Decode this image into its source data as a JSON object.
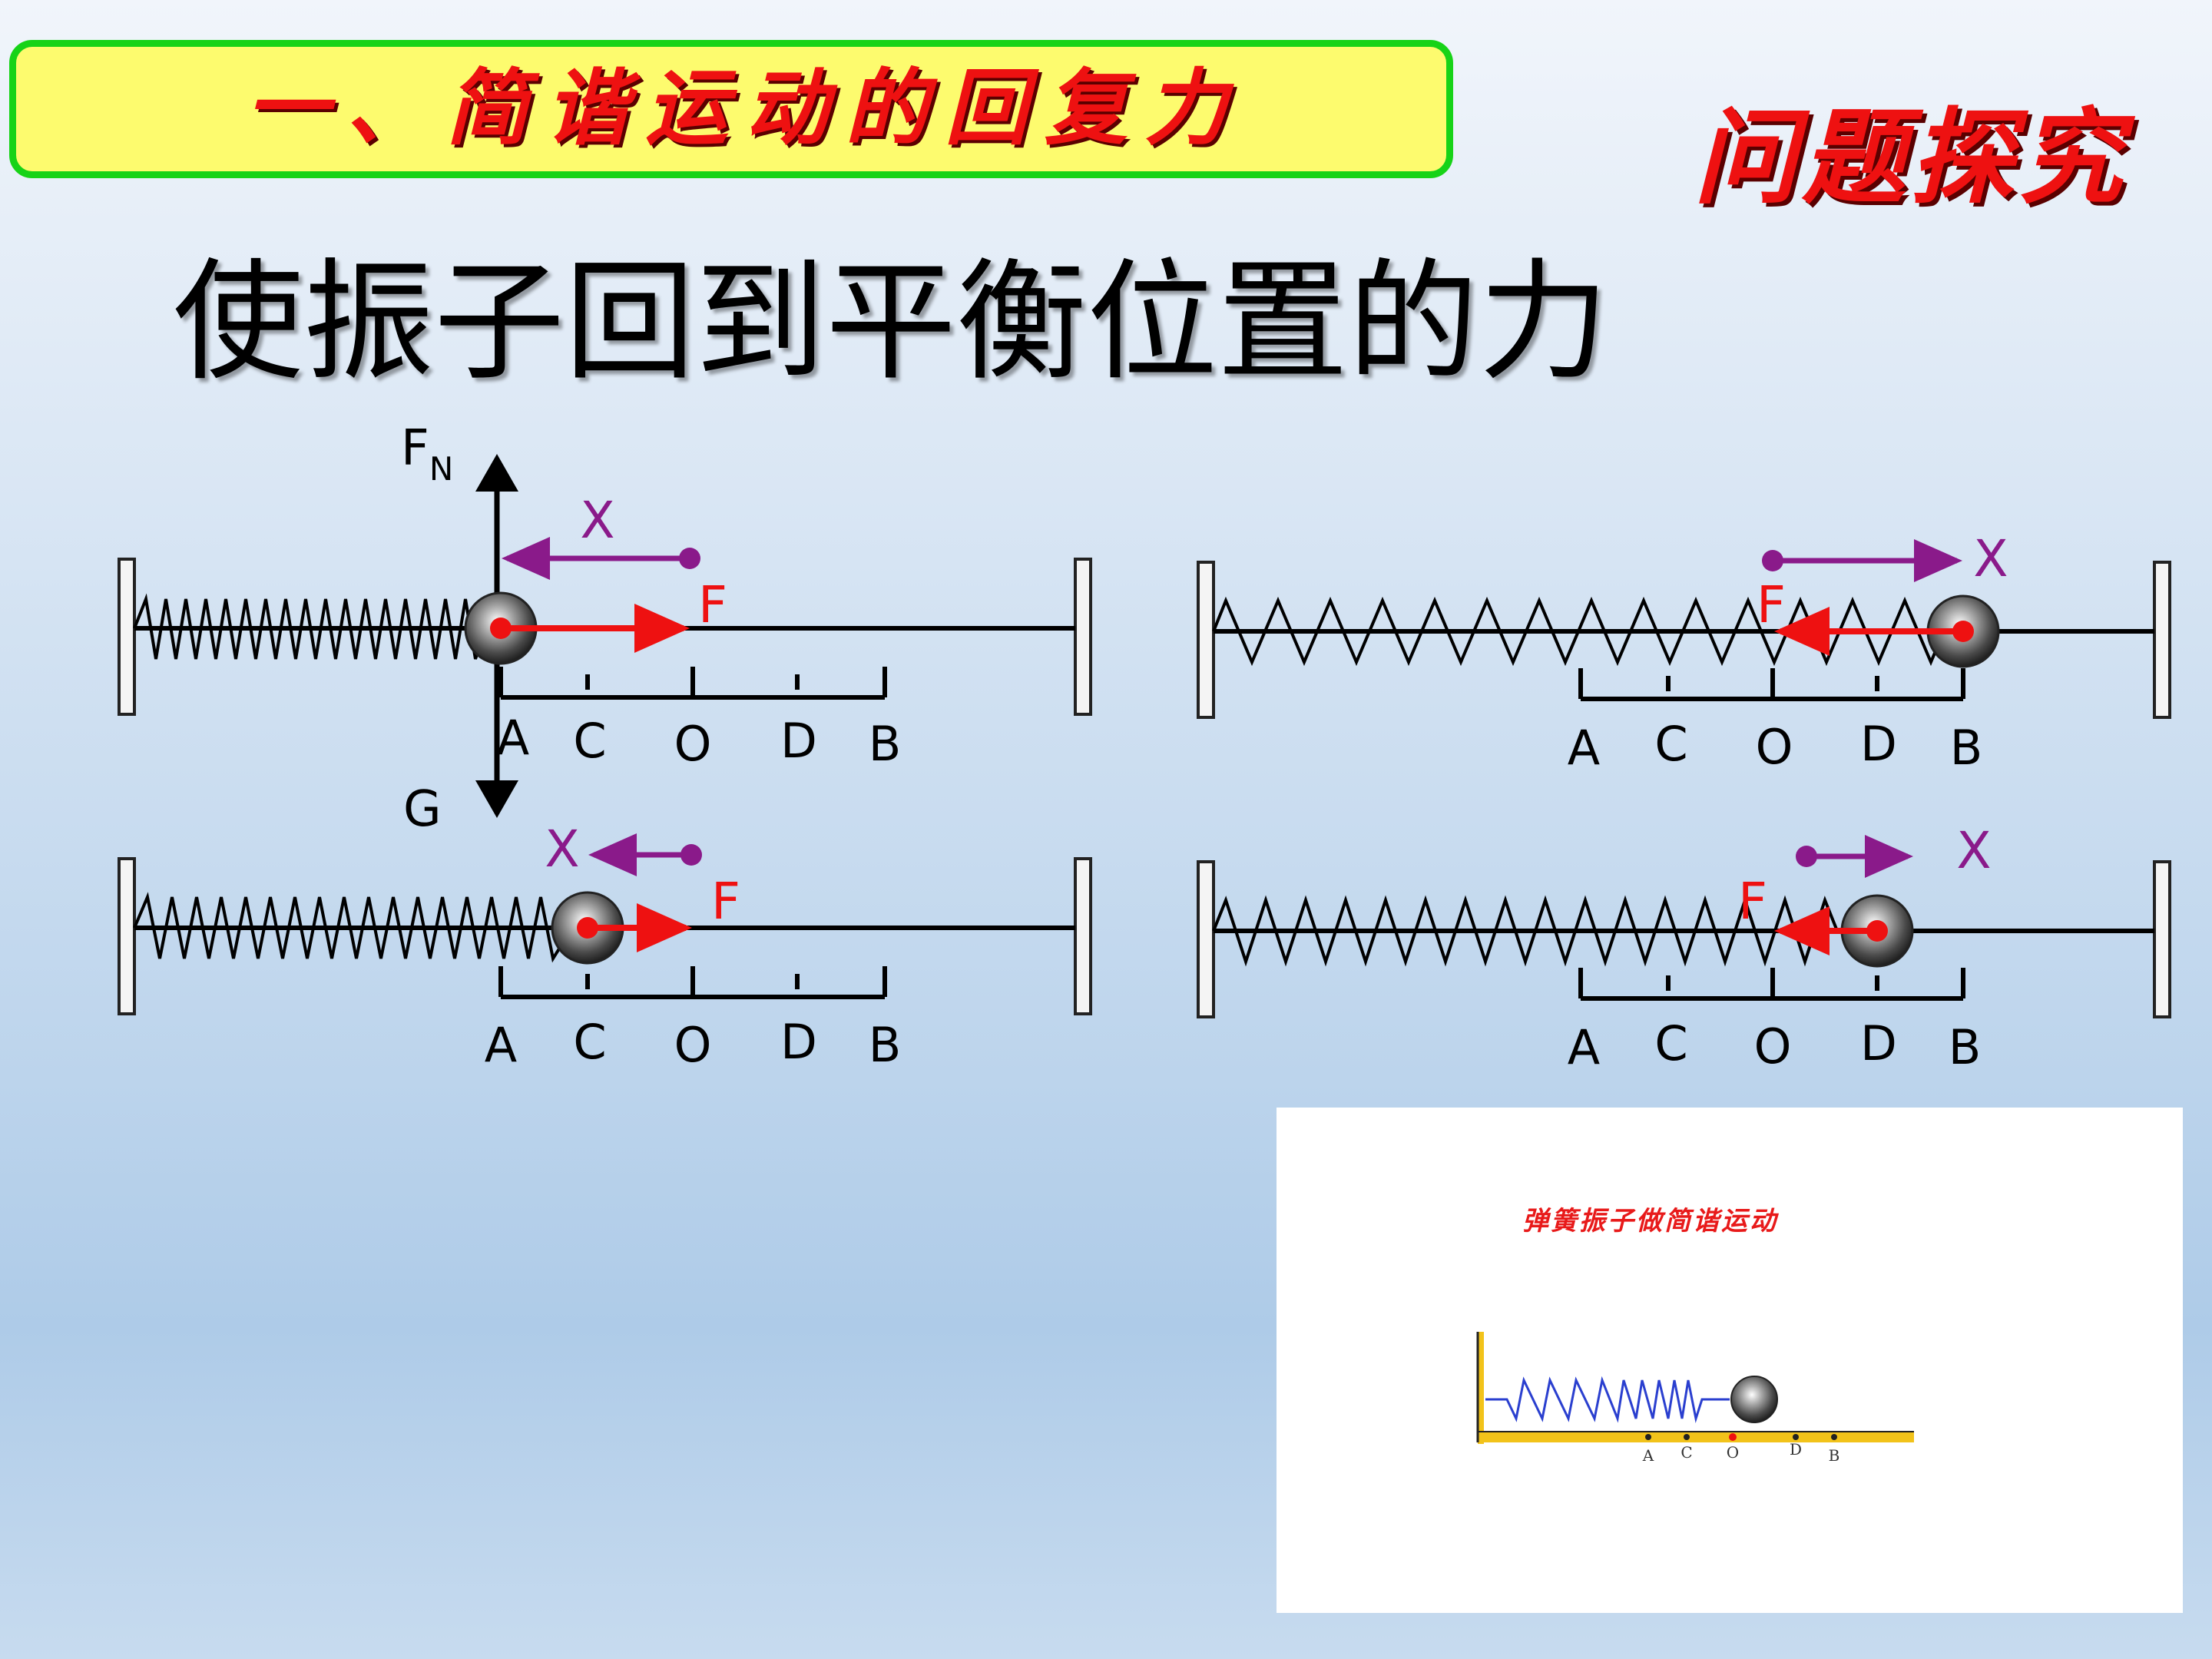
{
  "slide": {
    "section_title": "一、简谐运动的回复力",
    "corner_label": "问题探究",
    "headline": "使振子回到平衡位置的力"
  },
  "diagrams": {
    "scale_labels": [
      "A",
      "C",
      "O",
      "D",
      "B"
    ],
    "displacement_label": "X",
    "force_label": "F",
    "normal_force_label": "F",
    "normal_force_subscript": "N",
    "gravity_label": "G"
  },
  "video": {
    "title": "弹簧振子做简谐运动",
    "scale_labels": [
      "A",
      "C",
      "O",
      "D",
      "B"
    ]
  },
  "colors": {
    "title_fill": "#fdfb6e",
    "title_border": "#17d317",
    "title_text": "#ee1111",
    "displacement": "#8a1a8a",
    "force": "#ee1111"
  }
}
